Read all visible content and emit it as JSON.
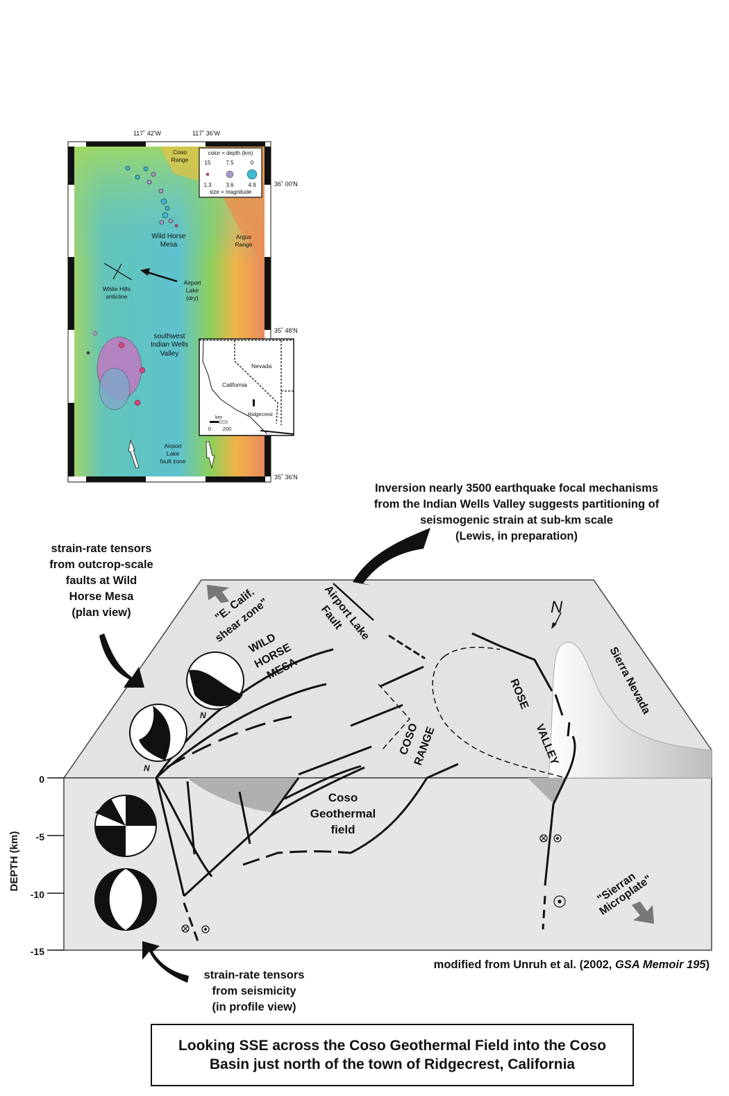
{
  "map": {
    "lon_labels": [
      "117˚ 42'W",
      "117˚ 36'W"
    ],
    "lat_labels": [
      "36˚ 00'N",
      "35˚ 48'N",
      "35˚ 36'N"
    ],
    "legend": {
      "title": "color = depth (km)",
      "depths": [
        "15",
        "7.5",
        "0"
      ],
      "magnitudes": [
        "1.3",
        "3.6",
        "4.9"
      ],
      "footer": "size = magnitude",
      "colors": [
        "#d4447e",
        "#a898c8",
        "#3cb8d0"
      ]
    },
    "labels": {
      "coso_range": [
        "Coso",
        "Range"
      ],
      "wild_horse_mesa": [
        "Wild Horse",
        "Mesa"
      ],
      "argus_range": [
        "Argus",
        "Range"
      ],
      "white_hills": [
        "White Hills",
        "anticline"
      ],
      "airport_lake": [
        "Airport",
        "Lake",
        "(dry)"
      ],
      "sw_iwv": [
        "southwest",
        "Indian Wells",
        "Valley"
      ],
      "alfz": [
        "Airport",
        "Lake",
        "fault zone"
      ]
    },
    "inset": {
      "nevada": "Nevada",
      "california": "California",
      "ridgecrest": "Ridgecrest",
      "scale_unit": "km",
      "scale_ticks": [
        "0",
        "200"
      ]
    }
  },
  "annotations": {
    "inversion": [
      "Inversion nearly 3500 earthquake focal mechanisms",
      "from the Indian Wells Valley suggests partitioning of",
      "seismogenic strain at sub-km scale",
      "(Lewis, in preparation)"
    ],
    "plan_view": [
      "strain-rate tensors",
      "from outcrop-scale",
      "faults at Wild",
      "Horse Mesa",
      "(plan view)"
    ],
    "profile_view": [
      "strain-rate tensors",
      "from seismicity",
      "(in profile view)"
    ],
    "credit_prefix": "modified from Unruh et al. (2002, ",
    "credit_italic": "GSA Memoir 195",
    "credit_suffix": ")"
  },
  "block": {
    "ecsz": [
      "\"E. Calif.",
      "shear zone\""
    ],
    "wild_horse_mesa": [
      "WILD",
      "HORSE",
      "MESA"
    ],
    "airport_lake_fault": [
      "Airport Lake",
      "Fault"
    ],
    "coso_range": [
      "COSO",
      "RANGE"
    ],
    "rose_valley": [
      "ROSE",
      "VALLEY"
    ],
    "sierra_nevada": "Sierra Nevada",
    "north": "N",
    "geothermal": [
      "Coso",
      "Geothermal",
      "field"
    ],
    "sierran_microplate": [
      "\"Sierran",
      "Microplate\""
    ],
    "beachball_n": "N"
  },
  "depth_axis": {
    "label": "DEPTH (km)",
    "ticks": [
      "0",
      "-5",
      "-10",
      "-15"
    ]
  },
  "caption": [
    "Looking SSE across the Coso Geothermal Field into the Coso",
    "Basin just north of the town of Ridgecrest, California"
  ]
}
